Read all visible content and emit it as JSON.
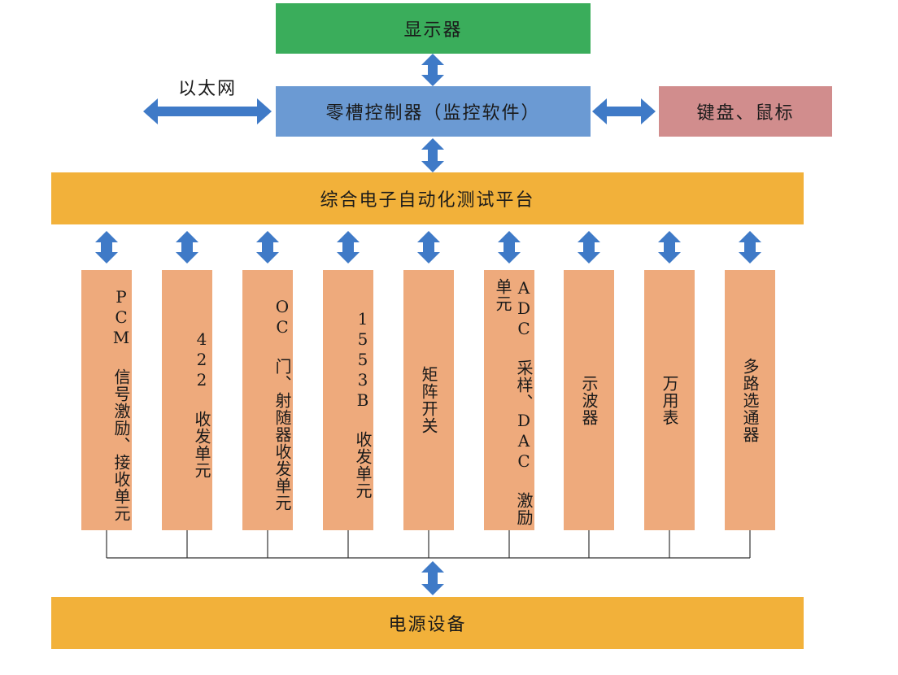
{
  "diagram": {
    "display": {
      "label": "显示器",
      "color": "#3aad5b"
    },
    "controller": {
      "label": "零槽控制器（监控软件）",
      "color": "#6b9ad3"
    },
    "peripherals": {
      "label": "键盘、鼠标",
      "color": "#d18d8d"
    },
    "ethernet": {
      "label": "以太网"
    },
    "platform": {
      "label": "综合电子自动化测试平台",
      "color": "#f2b13a"
    },
    "power": {
      "label": "电源设备",
      "color": "#f2b13a"
    },
    "arrow_color": "#3f7ac7",
    "unit_color": "#eeaa7c",
    "units": [
      {
        "label": "PCM 信号激励、接收单元"
      },
      {
        "label": "422 收发单元"
      },
      {
        "label": "OC 门、射随器收发单元"
      },
      {
        "label": "1553B 收发单元"
      },
      {
        "label": "矩阵开关"
      },
      {
        "label": "ADC 采样、DAC 激励单元"
      },
      {
        "label": "示波器"
      },
      {
        "label": "万用表"
      },
      {
        "label": "多路选通器"
      }
    ]
  }
}
